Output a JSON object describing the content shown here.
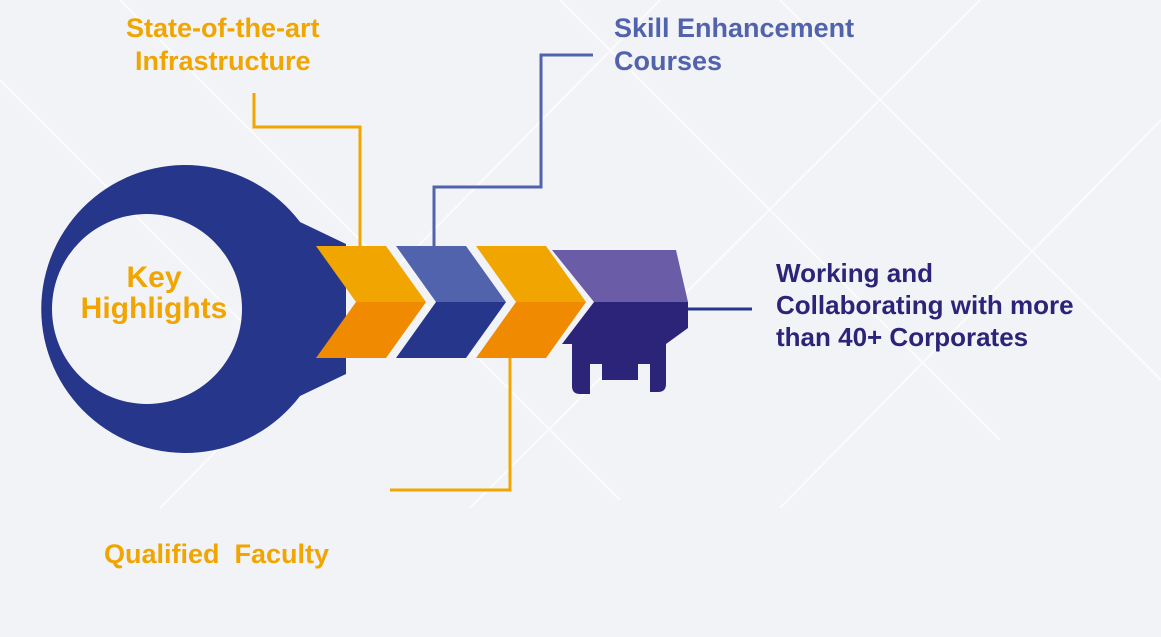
{
  "colors": {
    "background": "#f2f3f6",
    "orange": "#f0a500",
    "orange_dark": "#f08a00",
    "navy": "#26368a",
    "blue_light": "#5263ad",
    "purple_light": "#6b5ca8",
    "purple_dark": "#2c2478"
  },
  "center": {
    "line1": "Key",
    "line2": "Highlights"
  },
  "highlights": {
    "infrastructure": {
      "line1": "State-of-the-art",
      "line2": "Infrastructure"
    },
    "skills": {
      "line1": "Skill Enhancement",
      "line2": "Courses"
    },
    "corporates": {
      "line1": "Working and",
      "line2": "Collaborating with more",
      "line3": "than 40+ Corporates"
    },
    "faculty": {
      "line1": "Qualified  Faculty"
    }
  }
}
